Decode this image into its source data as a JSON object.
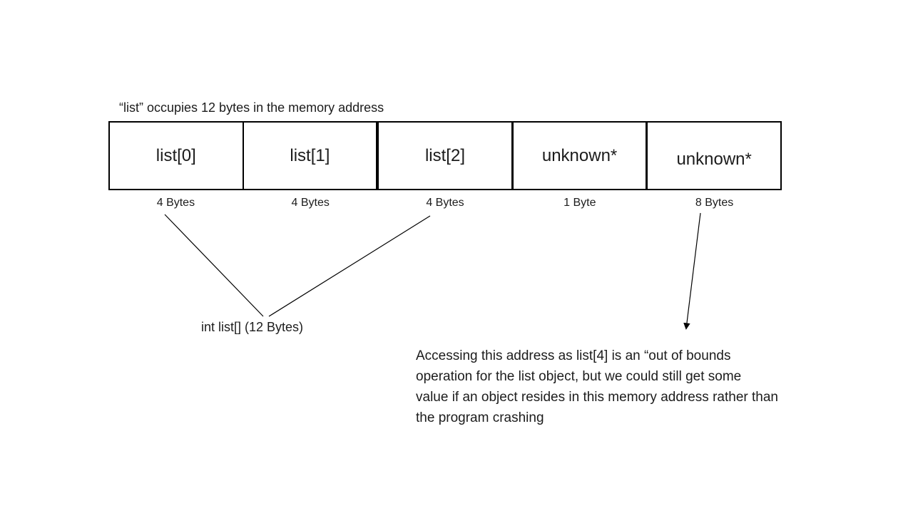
{
  "title": "“list” occupies 12 bytes in the memory address",
  "memory": {
    "cells": [
      {
        "label": "list[0]",
        "size": "4 Bytes"
      },
      {
        "label": "list[1]",
        "size": "4 Bytes"
      },
      {
        "label": "list[2]",
        "size": "4 Bytes"
      },
      {
        "label": "unknown*",
        "size": "1 Byte"
      },
      {
        "label": "unknown*",
        "size": "8 Bytes"
      }
    ]
  },
  "group_label": "int list[] (12 Bytes)",
  "annotation": {
    "lines": [
      "Accessing this address as list[4] is an “out of bounds",
      "operation for the list object, but we could still get some",
      "value if an object resides in this memory address rather than",
      "the program crashing"
    ]
  },
  "colors": {
    "background": "#ffffff",
    "text": "#1c1c1c",
    "line": "#000000"
  }
}
